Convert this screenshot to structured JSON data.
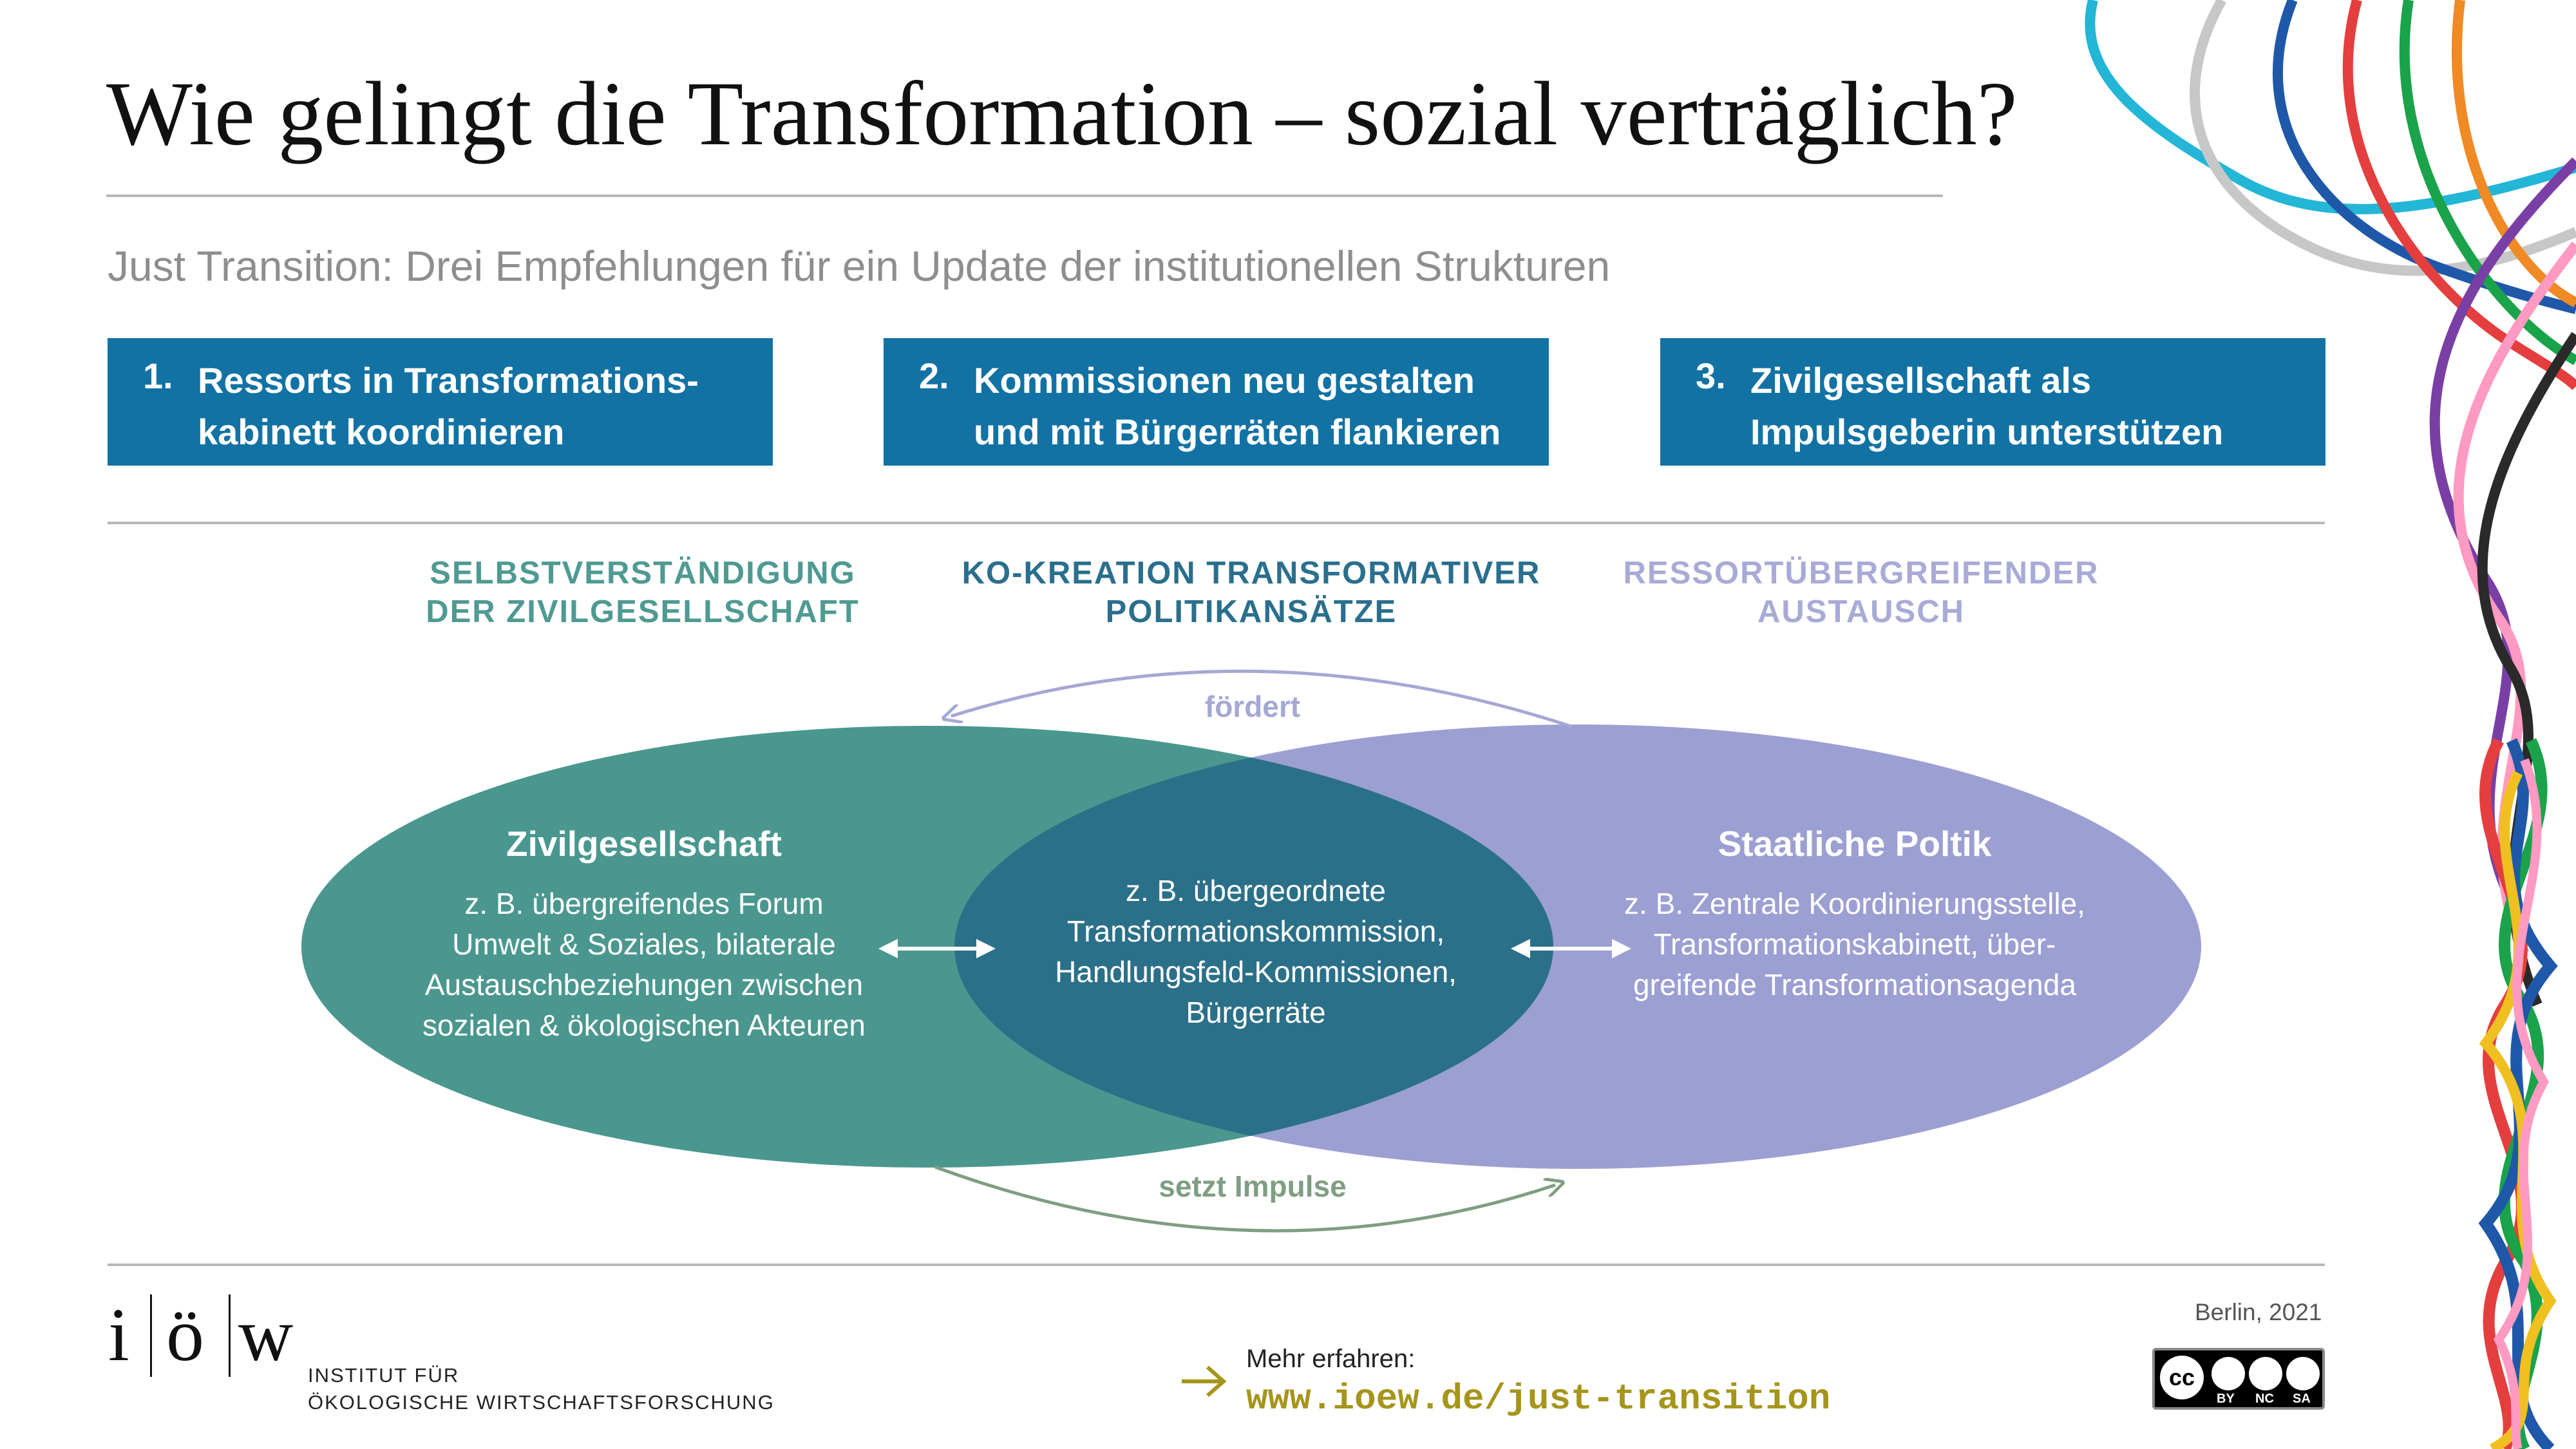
{
  "title": "Wie gelingt die Transformation – sozial verträglich?",
  "subtitle": "Just Transition: Drei Empfehlungen für ein Update der institutionellen Strukturen",
  "recommendations": [
    {
      "number": "1.",
      "line1": "Ressorts in Transformations-",
      "line2": "kabinett koordinieren"
    },
    {
      "number": "2.",
      "line1": "Kommissionen neu gestalten",
      "line2": "und mit Bürgerräten flankieren"
    },
    {
      "number": "3.",
      "line1": "Zivilgesellschaft als",
      "line2": "Impulsgeberin unterstützen"
    }
  ],
  "categories": [
    {
      "line1": "SELBSTVERSTÄNDIGUNG",
      "line2": "DER ZIVILGESELLSCHAFT",
      "color": "#4f9a92"
    },
    {
      "line1": "KO-KREATION TRANSFORMATIVER",
      "line2": "POLITIKANSÄTZE",
      "color": "#2a6f8d"
    },
    {
      "line1": "RESSORTÜBERGREIFENDER",
      "line2": "AUSTAUSCH",
      "color": "#a8abd6"
    }
  ],
  "venn": {
    "left": {
      "heading": "Zivilgesellschaft",
      "lines": [
        "z. B. übergreifendes Forum",
        "Umwelt & Soziales, bilaterale",
        "Austauschbeziehungen zwischen",
        "sozialen & ökologischen Akteuren"
      ],
      "color": "#4a978f"
    },
    "center": {
      "lines": [
        "z. B. übergeordnete",
        "Transformationskommission,",
        "Handlungsfeld-Kommissionen,",
        "Bürgerräte"
      ],
      "color": "#2b7089"
    },
    "right": {
      "heading": "Staatliche Poltik",
      "lines": [
        "z. B. Zentrale Koordinierungsstelle,",
        "Transformationskabinett, über-",
        "greifende Transformationsagenda"
      ],
      "color": "#9c9fd2"
    }
  },
  "arcs": {
    "top_label": "fördert",
    "top_color": "#a5a8d3",
    "bottom_label": "setzt Impulse",
    "bottom_color": "#7f9e82"
  },
  "footer": {
    "logo": {
      "l1": "i",
      "l2": "ö",
      "l3": "w"
    },
    "institute_line1": "INSTITUT FÜR",
    "institute_line2": "ÖKOLOGISCHE WIRTSCHAFTSFORSCHUNG",
    "more_label": "Mehr erfahren:",
    "url": "www.ioew.de/just-transition",
    "accent": "#a6951c",
    "place_date": "Berlin, 2021",
    "license": {
      "cc": "cc",
      "by": "BY",
      "nc": "NC",
      "sa": "SA"
    }
  }
}
